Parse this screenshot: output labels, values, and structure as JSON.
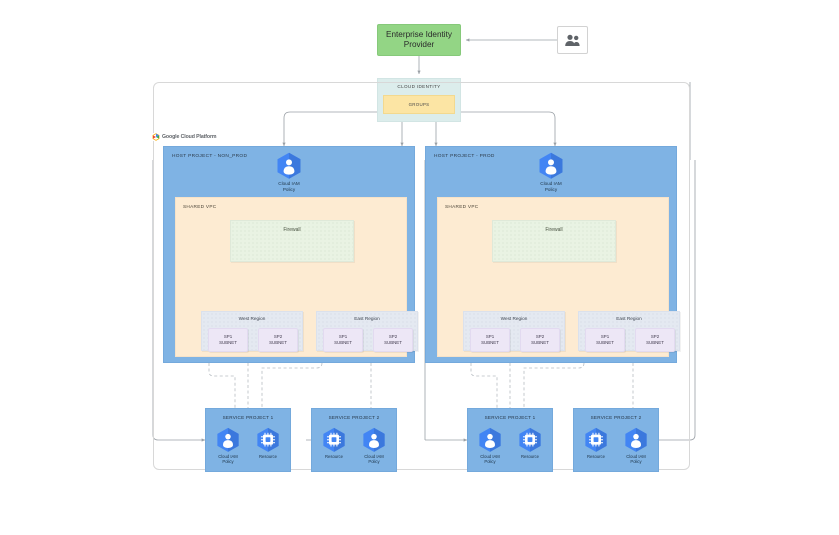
{
  "diagram": {
    "title": "Google Cloud Platform Shared VPC organization architecture",
    "identity": {
      "enterprise_identity_provider": "Enterprise Identity\nProvider",
      "eip_line1": "Enterprise Identity",
      "eip_line2": "Provider",
      "users_icon": "users-icon",
      "cloud_identity_label": "CLOUD IDENTITY",
      "groups_label": "GROUPS"
    },
    "org": {
      "platform_label": "Google Cloud Platform",
      "logo_icon": "google-cloud-logo-icon"
    },
    "host_projects": [
      {
        "title": "HOST PROJECT - NON_PROD",
        "iam": {
          "caption_line1": "Cloud IAM",
          "caption_line2": "Policy",
          "icon": "cloud-iam-policy-icon"
        },
        "shared_vpc_label": "SHARED VPC",
        "firewall_label": "Firewall",
        "regions": [
          {
            "label": "West Region",
            "subnets": [
              {
                "line1": "SP1",
                "line2": "SUBNET"
              },
              {
                "line1": "SP2",
                "line2": "SUBNET"
              }
            ]
          },
          {
            "label": "East Region",
            "subnets": [
              {
                "line1": "SP1",
                "line2": "SUBNET"
              },
              {
                "line1": "SP2",
                "line2": "SUBNET"
              }
            ]
          }
        ]
      },
      {
        "title": "HOST PROJECT -  PROD",
        "iam": {
          "caption_line1": "Cloud IAM",
          "caption_line2": "Policy",
          "icon": "cloud-iam-policy-icon"
        },
        "shared_vpc_label": "SHARED VPC",
        "firewall_label": "Firewall",
        "regions": [
          {
            "label": "West Region",
            "subnets": [
              {
                "line1": "SP1",
                "line2": "SUBNET"
              },
              {
                "line1": "SP2",
                "line2": "SUBNET"
              }
            ]
          },
          {
            "label": "East Region",
            "subnets": [
              {
                "line1": "SP1",
                "line2": "SUBNET"
              },
              {
                "line1": "SP2",
                "line2": "SUBNET"
              }
            ]
          }
        ]
      }
    ],
    "service_projects": [
      {
        "title": "SERVICE PROJECT 1",
        "icons": [
          {
            "name": "cloud-iam-policy-icon",
            "caption_line1": "Cloud IAM",
            "caption_line2": "Policy"
          },
          {
            "name": "resource-icon",
            "caption_line1": "Resource",
            "caption_line2": ""
          }
        ]
      },
      {
        "title": "SERVICE PROJECT 2",
        "icons": [
          {
            "name": "resource-icon",
            "caption_line1": "Resource",
            "caption_line2": ""
          },
          {
            "name": "cloud-iam-policy-icon",
            "caption_line1": "Cloud IAM",
            "caption_line2": "Policy"
          }
        ]
      },
      {
        "title": "SERVICE PROJECT 1",
        "icons": [
          {
            "name": "cloud-iam-policy-icon",
            "caption_line1": "Cloud IAM",
            "caption_line2": "Policy"
          },
          {
            "name": "resource-icon",
            "caption_line1": "Resource",
            "caption_line2": ""
          }
        ]
      },
      {
        "title": "SERVICE PROJECT 2",
        "icons": [
          {
            "name": "resource-icon",
            "caption_line1": "Resource",
            "caption_line2": ""
          },
          {
            "name": "cloud-iam-policy-icon",
            "caption_line1": "Cloud IAM",
            "caption_line2": "Policy"
          }
        ]
      }
    ],
    "colors": {
      "identity_provider_green": "#93D585",
      "cloud_identity_teal": "#DCEDEC",
      "groups_yellow": "#FCE5A4",
      "host_project_blue": "#7FB3E4",
      "shared_vpc_cream": "#FDEBD2",
      "firewall_green": "#E9F3E3",
      "region_gray": "#E4E9F1",
      "subnet_lavender": "#EDE7F6",
      "gcp_icon_blue": "#4285F4",
      "connector_gray": "#9AA0A6"
    }
  }
}
